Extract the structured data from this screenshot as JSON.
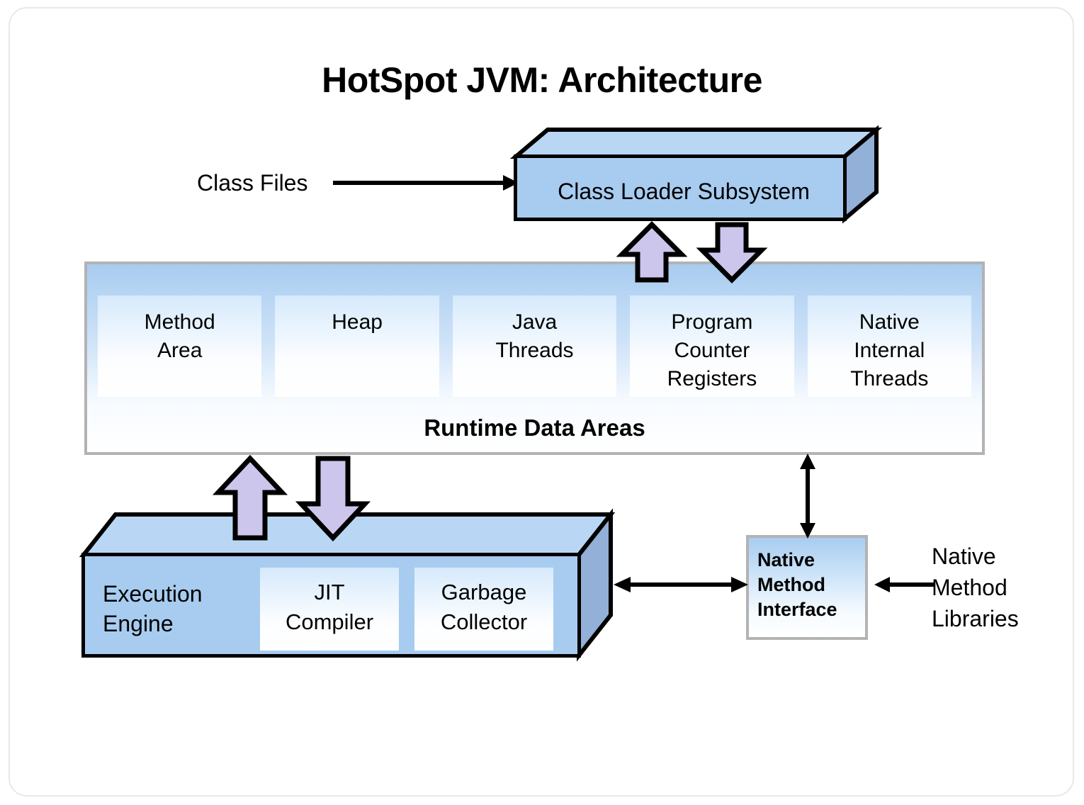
{
  "title": "HotSpot JVM: Architecture",
  "inputs": {
    "class_files_label": "Class Files",
    "native_method_libraries_label": "Native\nMethod\nLibraries"
  },
  "class_loader": {
    "label": "Class Loader Subsystem"
  },
  "runtime_data_areas": {
    "title": "Runtime Data Areas",
    "cells": [
      {
        "label": "Method\nArea"
      },
      {
        "label": "Heap"
      },
      {
        "label": "Java\nThreads"
      },
      {
        "label": "Program\nCounter\nRegisters"
      },
      {
        "label": "Native\nInternal\nThreads"
      }
    ]
  },
  "execution_engine": {
    "label": "Execution\nEngine",
    "cells": [
      {
        "label": "JIT\nCompiler"
      },
      {
        "label": "Garbage\nCollector"
      }
    ]
  },
  "native_method_interface": {
    "label": "Native\nMethod\nInterface"
  },
  "connectors": [
    {
      "name": "class-files-to-class-loader",
      "kind": "line-arrow",
      "direction": "right"
    },
    {
      "name": "class-loader-to-runtime-data-areas-up",
      "kind": "block-arrow",
      "direction": "up"
    },
    {
      "name": "class-loader-to-runtime-data-areas-down",
      "kind": "block-arrow",
      "direction": "down"
    },
    {
      "name": "runtime-data-areas-to-execution-engine-up",
      "kind": "block-arrow",
      "direction": "up"
    },
    {
      "name": "runtime-data-areas-to-execution-engine-down",
      "kind": "block-arrow",
      "direction": "down"
    },
    {
      "name": "runtime-data-areas-to-native-method-interface",
      "kind": "line-arrow",
      "direction": "both-vertical"
    },
    {
      "name": "execution-engine-to-native-method-interface",
      "kind": "line-arrow",
      "direction": "both-horizontal"
    },
    {
      "name": "native-method-libraries-to-interface",
      "kind": "line-arrow",
      "direction": "left"
    }
  ],
  "colors": {
    "box_face": "#a8ccf0",
    "box_side": "#92b0d8",
    "box_top": "#b9d7f5",
    "block_arrow_fill": "#ccc6ec",
    "container_border": "#b3b3b3",
    "outline": "#000000",
    "page_frame": "#e8e8e8"
  }
}
